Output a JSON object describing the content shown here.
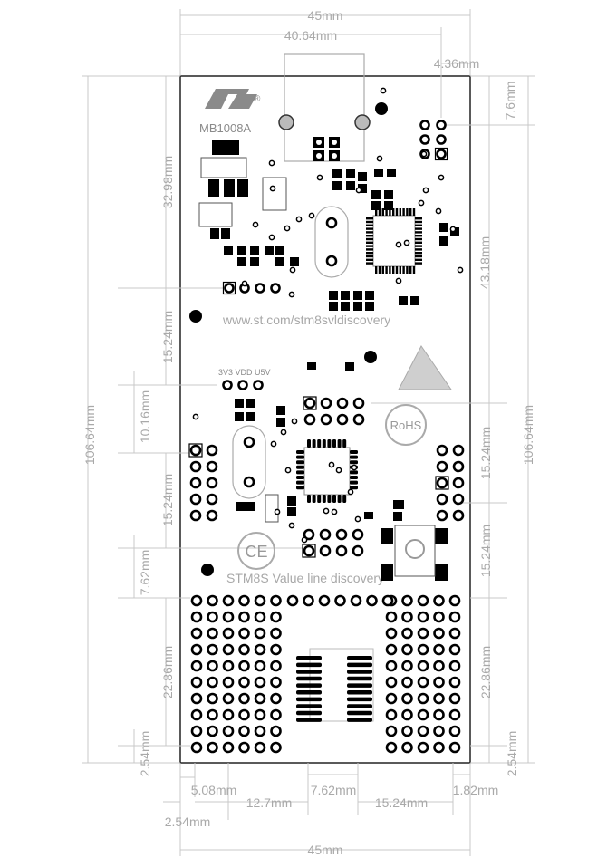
{
  "board": {
    "brand": "ST",
    "registered": "®",
    "model": "MB1008A",
    "url": "www.st.com/stm8svldiscovery",
    "product": "STM8S Value line discovery",
    "rohs": "RoHS",
    "ce": "CE",
    "jumper_label": "3V3  VDD U5V"
  },
  "dimensions": {
    "top_width": "45mm",
    "top_span": "40.64mm",
    "top_right": "4.36mm",
    "right_top": "7.6mm",
    "left_top": "32.98mm",
    "right_mid": "43.18mm",
    "left_url": "15.24mm",
    "left_height": "106.64mm",
    "right_height": "106.64mm",
    "left_cn1": "10.16mm",
    "left_cn1_b": "15.24mm",
    "right_cn2": "15.24mm",
    "right_cn3": "15.24mm",
    "left_ce": "7.62mm",
    "left_proto": "22.86mm",
    "right_proto": "22.86mm",
    "left_bottom": "2.54mm",
    "right_bottom": "2.54mm",
    "bottom_a": "5.08mm",
    "bottom_b": "12.7mm",
    "bottom_c": "7.62mm",
    "bottom_d": "15.24mm",
    "bottom_e": "1.82mm",
    "bottom_f": "2.54mm",
    "bottom_width": "45mm"
  },
  "colors": {
    "ink": "#000000",
    "dim_line": "#c8c8c8",
    "dim_text": "#a9a9a9",
    "silk": "#b0b0b0"
  }
}
